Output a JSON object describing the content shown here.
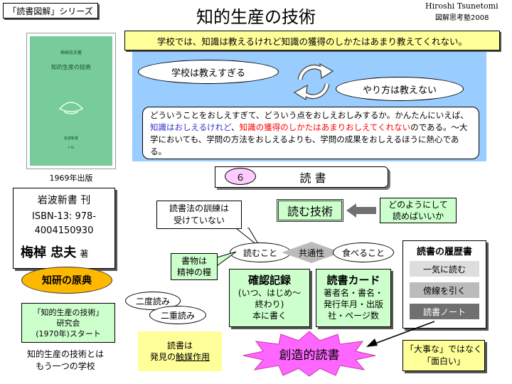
{
  "series_tag": "「読書図解」シリーズ",
  "title": "知的生産の技術",
  "author_en": "Hiroshi Tsunetomi",
  "org": "図解思考塾2008",
  "book": {
    "cover_label": "梅棹忠夫著",
    "cover_title": "知的生産の技術",
    "cover_publisher": "岩波新書",
    "cover_number": "F-93",
    "year": "1969年出版",
    "publisher": "岩波新書 刊",
    "isbn1": "ISBN-13: 978-",
    "isbn2": "4004150930",
    "author": "梅棹 忠夫",
    "author_suffix": "著"
  },
  "left": {
    "classic": "知研の原典",
    "study_line1": "「知的生産の技術」",
    "study_line2": "研究会",
    "study_line3": "(1970年)スタート",
    "bottom_line1": "知的生産の技術とは",
    "bottom_line2": "もう一つの学校"
  },
  "headline": "学校では、知識は教えるけれど知識の獲得のしかたはあまり教えてくれない。",
  "ellipse_school": "学校は教えすぎる",
  "ellipse_method": "やり方は教えない",
  "explain": {
    "p1": "どういうことをおしえすぎて、どういう点をおしえおしみするか。かんたんにいえば、",
    "p2": "知識はおしえるけれど",
    "p3": "、",
    "p4": "知識の獲得のしかたはあまりおしえてくれない",
    "p5": "のである。～大学においても、学問の方法をおしえるよりも、学問の成果をおしえるほうに熱心である。"
  },
  "chapter_num": "６",
  "chapter_title": "読 書",
  "reading_tech": "読む技術",
  "how_line1": "どのようにして",
  "how_line2": "読めばいいか",
  "training_line1": "読書法の訓練は",
  "training_line2": "受けていない",
  "read": "読むこと",
  "common": "共通性",
  "eat": "食べること",
  "food_line1": "書物は",
  "food_line2": "精神の糧",
  "record": {
    "title": "確認記録",
    "line1": "(いつ、はじめ～",
    "line2": "終わり)",
    "line3": "本に書く"
  },
  "card": {
    "title": "読書カード",
    "line1": "著者名・書名・",
    "line2": "発行年月・出版",
    "line3": "社・ページ数"
  },
  "history": {
    "title": "読書の履歴書",
    "items": [
      "一気に読む",
      "傍線を引く",
      "読書ノート"
    ]
  },
  "reread_twice": "二度読み",
  "reread_double": "二重読み",
  "discovery_line1": "読書は",
  "discovery_line2a": "発見の",
  "discovery_line2b": "触媒作用",
  "creative": "創造的読書",
  "fun_line1": "「大事な」ではなく",
  "fun_line2": "「面白い」",
  "colors": {
    "headline_bg": "#ffff99",
    "blue_panel": "#99ccff",
    "cover_green": "#77cc99",
    "badge_orange": "#ffb800",
    "record_green": "#ccffcc",
    "star_pink": "#ff66ff",
    "red_text": "#ff0000",
    "blue_text": "#3333cc",
    "arrow_gray": "#707070"
  }
}
